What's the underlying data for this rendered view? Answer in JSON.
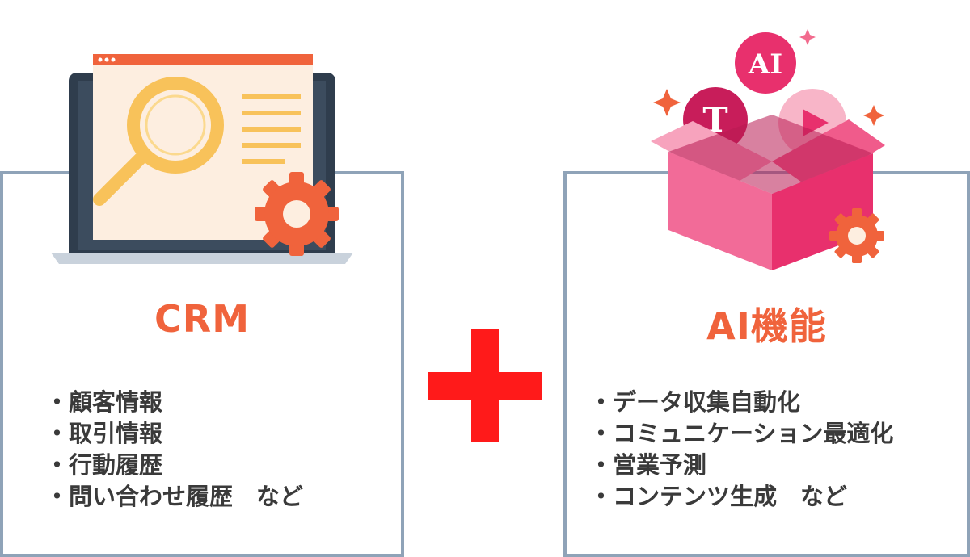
{
  "left_panel": {
    "title": "CRM",
    "items": [
      "・顧客情報",
      "・取引情報",
      "・行動履歴",
      "・問い合わせ履歴　など"
    ],
    "illustration": "laptop-magnifier-gear-icon"
  },
  "right_panel": {
    "title": "AI機能",
    "items": [
      "・データ収集自動化",
      "・コミュニケーション最適化",
      "・営業予測",
      "・コンテンツ生成　など"
    ],
    "illustration": "gift-box-ai-icon",
    "badges": {
      "ai": "AI",
      "t": "T"
    }
  },
  "connector": "plus-icon",
  "colors": {
    "accent": "#f0633c",
    "plus": "#ff1a1a",
    "border": "#8fa3b8",
    "box_pink": "#f2437a",
    "text": "#3a3a3a"
  }
}
